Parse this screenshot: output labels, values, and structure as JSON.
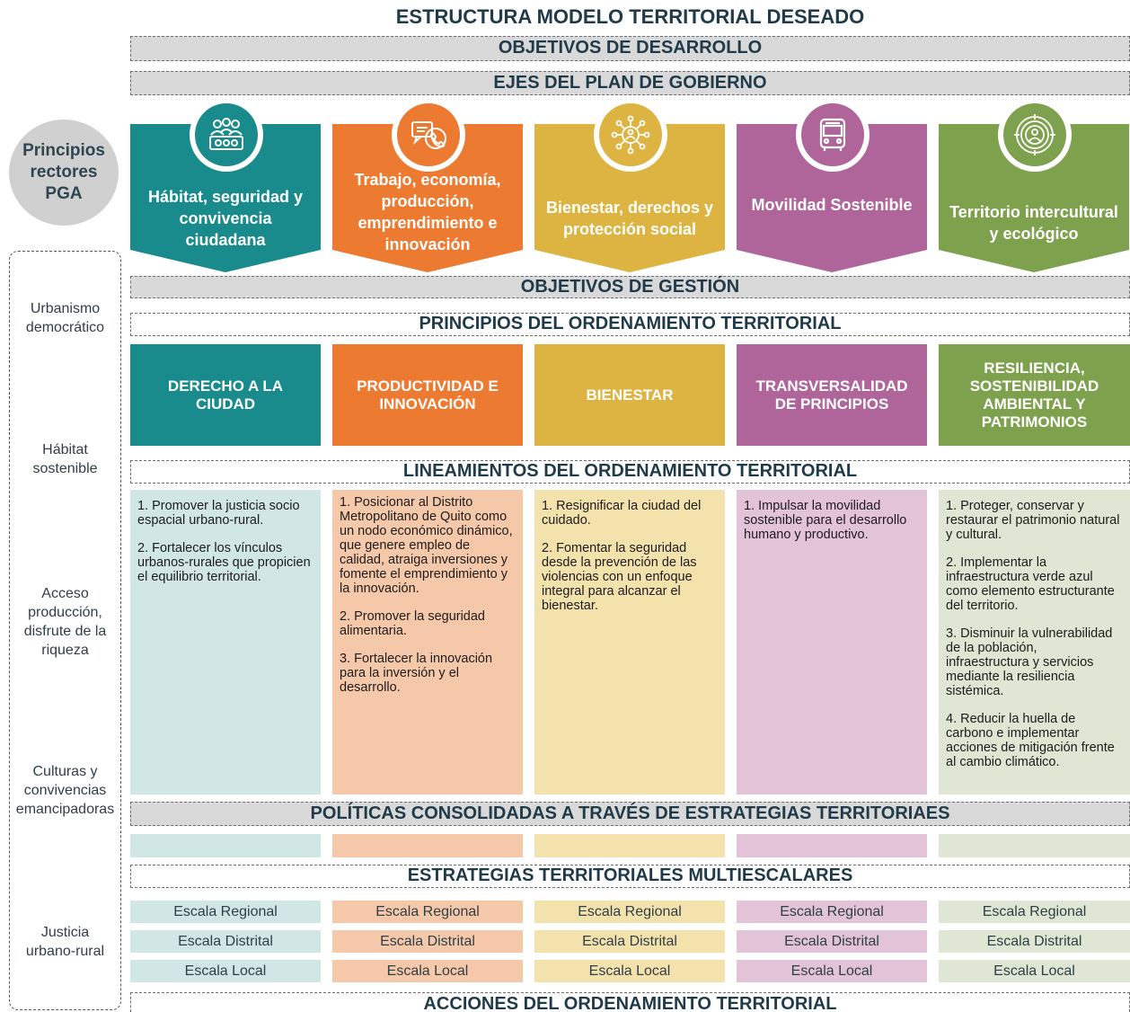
{
  "title": "ESTRUCTURA MODELO TERRITORIAL DESEADO",
  "bands": {
    "objetivos_desarrollo": "OBJETIVOS DE DESARROLLO",
    "ejes_plan": "EJES DEL PLAN DE GOBIERNO",
    "objetivos_gestion": "OBJETIVOS DE GESTIÓN",
    "principios_ot": "PRINCIPIOS DEL ORDENAMIENTO TERRITORIAL",
    "lineamientos_ot": "LINEAMIENTOS  DEL ORDENAMIENTO TERRITORIAL",
    "politicas": "POLÍTICAS CONSOLIDADAS A TRAVÉS DE ESTRATEGIAS TERRITORIAES",
    "estrategias": "ESTRATEGIAS TERRITORIALES MULTIESCALARES",
    "acciones": "ACCIONES DEL ORDENAMIENTO TERRITORIAL"
  },
  "principios_rectores": "Principios rectores PGA",
  "sidebar": [
    "Urbanismo democrático",
    "Hábitat sostenible",
    "Acceso producción, disfrute de la riqueza",
    "Culturas y convivencias emancipadoras",
    "Justicia urbano-rural"
  ],
  "colors": {
    "teal": "#1a8b8c",
    "orange": "#ed7a31",
    "yellow": "#ddb442",
    "purple": "#b0659a",
    "green": "#7ea14e"
  },
  "ejes": [
    {
      "label": "Hábitat, seguridad y convivencia ciudadana",
      "icon": "community-icon"
    },
    {
      "label": "Trabajo, economía, producción, emprendimiento e innovación",
      "icon": "chat-phone-icon"
    },
    {
      "label": "Bienestar, derechos y protección social",
      "icon": "network-person-icon"
    },
    {
      "label": "Movilidad Sostenible",
      "icon": "bus-icon"
    },
    {
      "label": "Territorio intercultural y ecológico",
      "icon": "target-person-icon"
    }
  ],
  "principios": [
    "DERECHO A LA CIUDAD",
    "PRODUCTIVIDAD E INNOVACIÓN",
    "BIENESTAR",
    "TRANSVERSALIDAD DE PRINCIPIOS",
    "RESILIENCIA, SOSTENIBILIDAD AMBIENTAL  Y PATRIMONIOS"
  ],
  "lineamientos": [
    [
      "1. Promover la justicia socio espacial urbano-rural.",
      "2.  Fortalecer los vínculos urbanos-rurales que propicien el equilibrio territorial."
    ],
    [
      "1. Posicionar al Distrito Metropolitano de Quito como un nodo económico dinámico, que genere empleo de calidad, atraiga inversiones y fomente el emprendimiento y la innovación.",
      "2.  Promover la seguridad alimentaria.",
      "3.  Fortalecer la innovación para la inversión y el desarrollo."
    ],
    [
      "1. Resignificar la ciudad del cuidado.",
      "2. Fomentar la seguridad desde la prevención de las violencias con un enfoque integral para alcanzar el bienestar."
    ],
    [
      "1. Impulsar la movilidad sostenible para el desarrollo humano y productivo."
    ],
    [
      "1. Proteger, conservar y restaurar el patrimonio natural y cultural.",
      "2.  Implementar la infraestructura verde azul como elemento estructurante del territorio.",
      "3.  Disminuir la vulnerabilidad de la población, infraestructura y servicios mediante la resiliencia sistémica.",
      "4. Reducir la huella de carbono e implementar acciones de mitigación frente al cambio climático."
    ]
  ],
  "escalas": [
    "Escala Regional",
    "Escala Distrital",
    "Escala Local"
  ]
}
